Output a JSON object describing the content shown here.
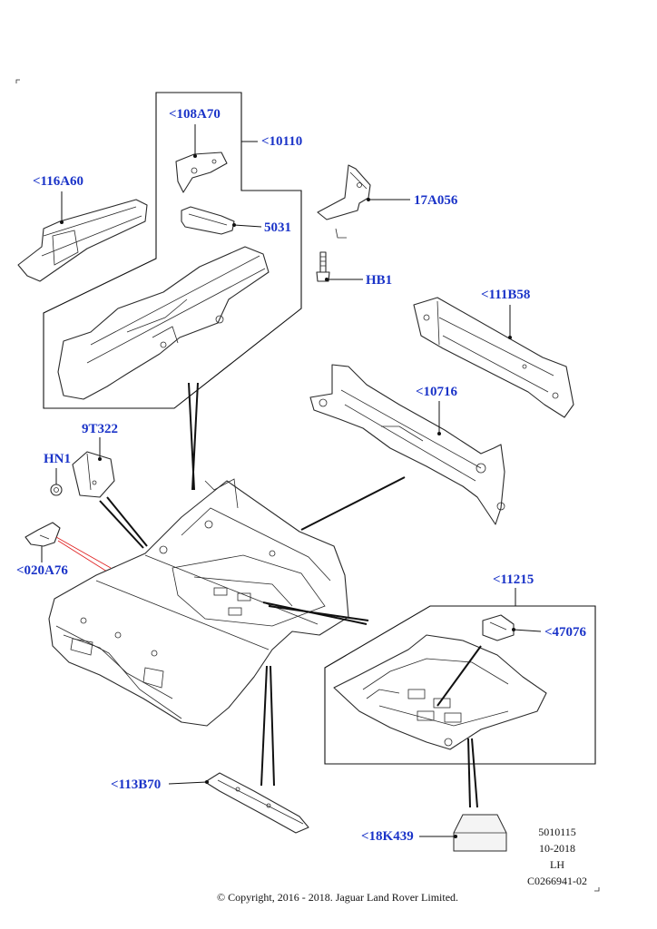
{
  "callouts": {
    "c108a70": "<108A70",
    "c10110": "<10110",
    "c116a60": "<116A60",
    "c5031": "5031",
    "c17a056": "17A056",
    "chb1": "HB1",
    "c111b58": "<111B58",
    "c10716": "<10716",
    "c9t322": "9T322",
    "chn1": "HN1",
    "c020a76": "<020A76",
    "c11215": "<11215",
    "c47076": "<47076",
    "c113b70": "<113B70",
    "c18k439": "<18K439"
  },
  "meta": {
    "drawing_no": "5010115",
    "date": "10-2018",
    "side": "LH",
    "ref": "C0266941-02"
  },
  "copyright": "© Copyright, 2016 - 2018. Jaguar Land Rover Limited."
}
